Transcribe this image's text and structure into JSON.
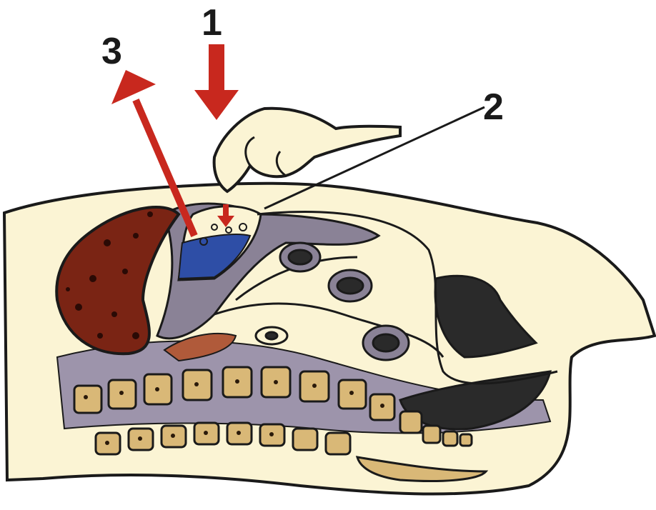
{
  "labels": {
    "one": "1",
    "two": "2",
    "three": "3"
  },
  "colors": {
    "paper": "#ffffff",
    "body_fill": "#fbf4d4",
    "outline": "#1a1a1a",
    "peritoneum": "#8a8296",
    "liver": "#7a2414",
    "lesser_sac_fluid": "#2e4ea6",
    "arrows": "#c8281e",
    "vertebra": "#d9b877",
    "dark_loops": "#2a2a2a"
  },
  "icons": {
    "hand": "pressing-hand-icon",
    "arrow_down": "arrow-down-icon",
    "arrow_up": "arrow-up-icon"
  }
}
